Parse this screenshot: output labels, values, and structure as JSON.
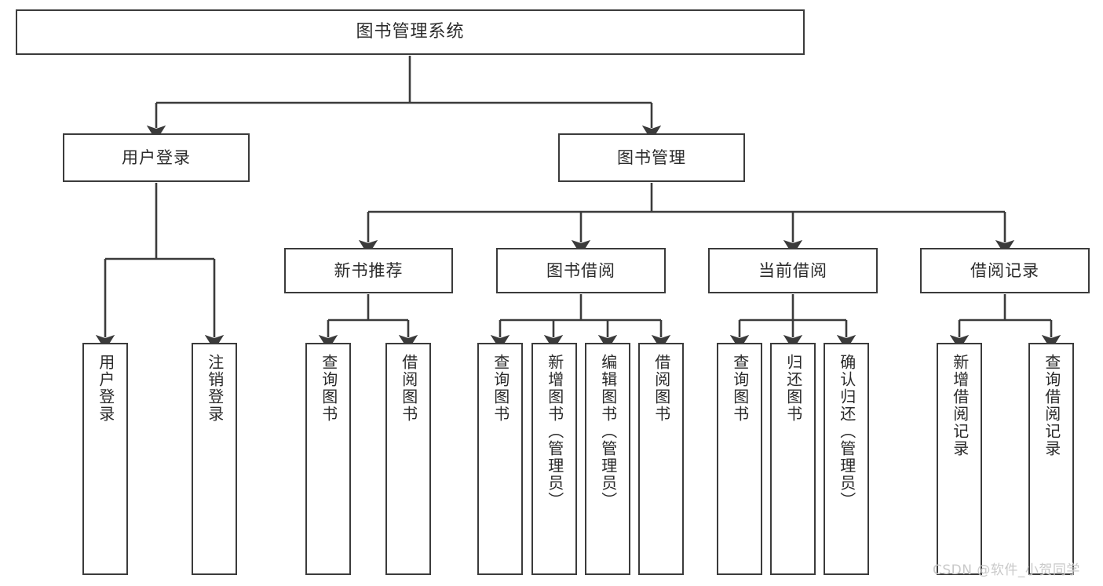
{
  "diagram": {
    "title": "图书管理系统",
    "type": "hierarchy-tree",
    "orientation": "top-down",
    "style": {
      "box_border_color": "#3b3b3b",
      "box_fill_color": "#ffffff",
      "line_color": "#3b3b3b",
      "text_color": "#2b2b2b",
      "background_color": "#ffffff"
    },
    "levels": [
      {
        "level": 1,
        "nodes": [
          {
            "id": "root",
            "label": "图书管理系统",
            "text_orientation": "horizontal"
          }
        ]
      },
      {
        "level": 2,
        "nodes": [
          {
            "id": "login",
            "label": "用户登录",
            "text_orientation": "horizontal",
            "parent": "root"
          },
          {
            "id": "bookmgmt",
            "label": "图书管理",
            "text_orientation": "horizontal",
            "parent": "root"
          }
        ]
      },
      {
        "level": 3,
        "nodes": [
          {
            "id": "newbook",
            "label": "新书推荐",
            "text_orientation": "horizontal",
            "parent": "bookmgmt"
          },
          {
            "id": "borrow",
            "label": "图书借阅",
            "text_orientation": "horizontal",
            "parent": "bookmgmt"
          },
          {
            "id": "current",
            "label": "当前借阅",
            "text_orientation": "horizontal",
            "parent": "bookmgmt"
          },
          {
            "id": "records",
            "label": "借阅记录",
            "text_orientation": "horizontal",
            "parent": "bookmgmt"
          }
        ]
      },
      {
        "level": 4,
        "nodes": [
          {
            "id": "leaf1",
            "label": "用户登录",
            "text_orientation": "vertical",
            "parent": "login"
          },
          {
            "id": "leaf2",
            "label": "注销登录",
            "text_orientation": "vertical",
            "parent": "login"
          },
          {
            "id": "leaf3",
            "label": "查询图书",
            "text_orientation": "vertical",
            "parent": "newbook"
          },
          {
            "id": "leaf4",
            "label": "借阅图书",
            "text_orientation": "vertical",
            "parent": "newbook"
          },
          {
            "id": "leaf5",
            "label": "查询图书",
            "text_orientation": "vertical",
            "parent": "borrow"
          },
          {
            "id": "leaf6",
            "label": "新增图书（管理员）",
            "text_orientation": "vertical",
            "parent": "borrow"
          },
          {
            "id": "leaf7",
            "label": "编辑图书（管理员）",
            "text_orientation": "vertical",
            "parent": "borrow"
          },
          {
            "id": "leaf8",
            "label": "借阅图书",
            "text_orientation": "vertical",
            "parent": "borrow"
          },
          {
            "id": "leaf9",
            "label": "查询图书",
            "text_orientation": "vertical",
            "parent": "current"
          },
          {
            "id": "leaf10",
            "label": "归还图书",
            "text_orientation": "vertical",
            "parent": "current"
          },
          {
            "id": "leaf11",
            "label": "确认归还（管理员）",
            "text_orientation": "vertical",
            "parent": "current"
          },
          {
            "id": "leaf12",
            "label": "新增借阅记录",
            "text_orientation": "vertical",
            "parent": "records"
          },
          {
            "id": "leaf13",
            "label": "查询借阅记录",
            "text_orientation": "vertical",
            "parent": "records"
          }
        ]
      }
    ]
  },
  "watermark": {
    "text": "CSDN @软件_小贺同学"
  }
}
